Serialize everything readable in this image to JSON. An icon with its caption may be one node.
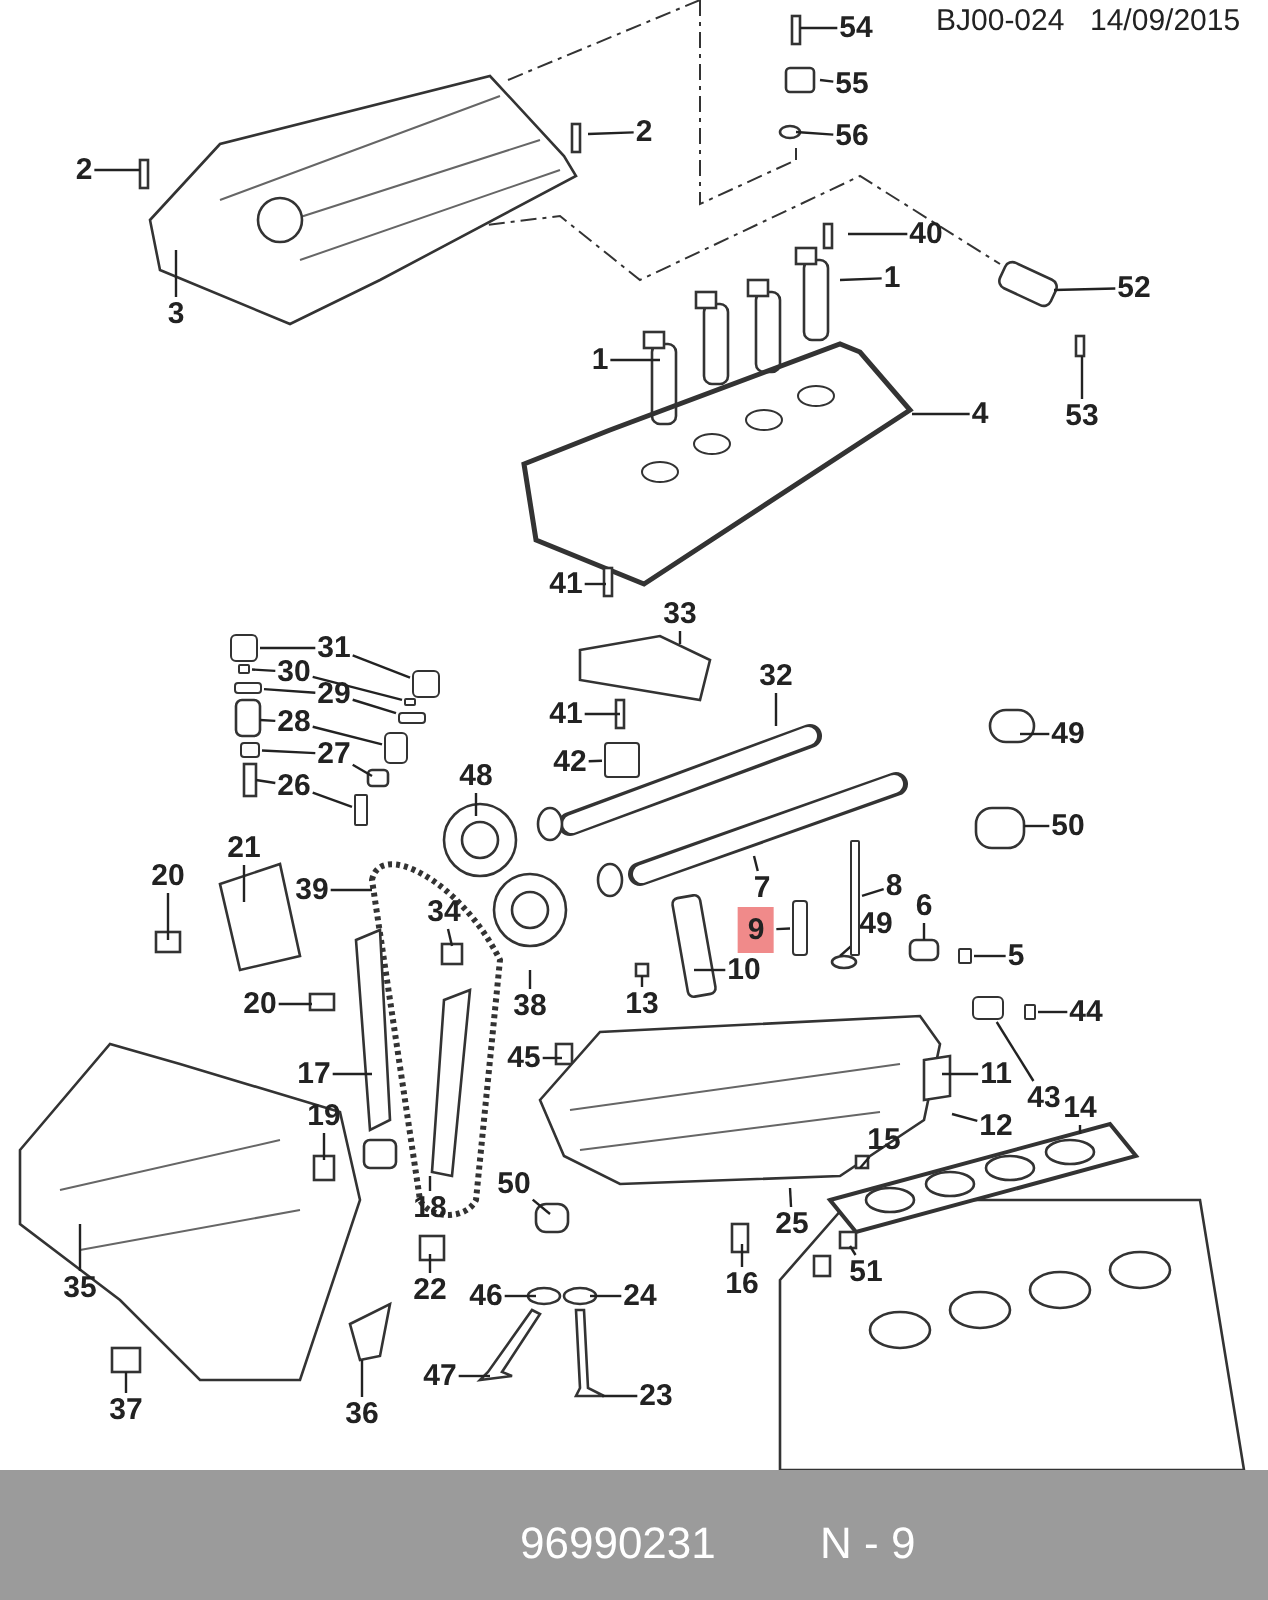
{
  "diagram": {
    "nodes": [
      {
        "text": [
          "54"
        ]
      },
      {
        "text": [
          "55"
        ]
      },
      {
        "text": [
          "2"
        ]
      },
      {
        "text": [
          "56"
        ]
      },
      {
        "text": [
          "2"
        ]
      },
      {
        "text": [
          "3"
        ]
      },
      {
        "text": [
          "40"
        ]
      },
      {
        "text": [
          "1"
        ]
      },
      {
        "text": [
          "52"
        ]
      },
      {
        "text": [
          "1"
        ]
      },
      {
        "text": [
          "4"
        ]
      },
      {
        "text": [
          "53"
        ]
      },
      {
        "text": [
          "41"
        ]
      },
      {
        "text": [
          "33"
        ]
      },
      {
        "text": [
          "31"
        ]
      },
      {
        "text": [
          "30"
        ]
      },
      {
        "text": [
          "29"
        ]
      },
      {
        "text": [
          "32"
        ]
      },
      {
        "text": [
          "28"
        ]
      },
      {
        "text": [
          "41"
        ]
      },
      {
        "text": [
          "49"
        ]
      },
      {
        "text": [
          "27"
        ]
      },
      {
        "text": [
          "42"
        ]
      },
      {
        "text": [
          "26"
        ]
      },
      {
        "text": [
          "48"
        ]
      },
      {
        "text": [
          "50"
        ]
      },
      {
        "text": [
          "20"
        ]
      },
      {
        "text": [
          "21"
        ]
      },
      {
        "text": [
          "39"
        ]
      },
      {
        "text": [
          "7"
        ]
      },
      {
        "text": [
          "8"
        ]
      },
      {
        "text": [
          "6"
        ]
      },
      {
        "text": [
          "9"
        ]
      },
      {
        "text": [
          "49"
        ]
      },
      {
        "text": [
          "34"
        ]
      },
      {
        "text": [
          "5"
        ]
      },
      {
        "text": [
          "10"
        ]
      },
      {
        "text": [
          "13"
        ]
      },
      {
        "text": [
          "20"
        ]
      },
      {
        "text": [
          "38"
        ]
      },
      {
        "text": [
          "44"
        ]
      },
      {
        "text": [
          "45"
        ]
      },
      {
        "text": [
          "11"
        ]
      },
      {
        "text": [
          "17"
        ]
      },
      {
        "text": [
          "43"
        ]
      },
      {
        "text": [
          "19"
        ]
      },
      {
        "text": [
          "14"
        ]
      },
      {
        "text": [
          "12"
        ]
      },
      {
        "text": [
          "15"
        ]
      },
      {
        "text": [
          "50"
        ]
      },
      {
        "text": [
          "18"
        ]
      },
      {
        "text": [
          "25"
        ]
      },
      {
        "text": [
          "35"
        ]
      },
      {
        "text": [
          "22"
        ]
      },
      {
        "text": [
          "16"
        ]
      },
      {
        "text": [
          "51"
        ]
      },
      {
        "text": [
          "46"
        ]
      },
      {
        "text": [
          "24"
        ]
      },
      {
        "text": [
          "37"
        ]
      },
      {
        "text": [
          "36"
        ]
      },
      {
        "text": [
          "47"
        ]
      },
      {
        "text": [
          "23"
        ]
      },
      {
        "text": [],
        "shape": "box"
      },
      {
        "text": [],
        "shape": "box"
      },
      {
        "text": [],
        "shape": "box"
      },
      {
        "text": [],
        "shape": "box"
      },
      {
        "text": [],
        "shape": "box"
      },
      {
        "text": [],
        "shape": "box"
      },
      {
        "text": [],
        "shape": "box"
      },
      {
        "text": [],
        "shape": "box"
      },
      {
        "text": [],
        "shape": "box"
      },
      {
        "text": [],
        "shape": "box"
      },
      {
        "text": [],
        "shape": "box"
      },
      {
        "text": [],
        "shape": "box"
      },
      {
        "text": [],
        "shape": "box"
      },
      {
        "text": [],
        "shape": "box"
      },
      {
        "text": [],
        "shape": "box"
      }
    ],
    "edges": [
      {
        "from": 0,
        "to": null,
        "arrow": "none"
      },
      {
        "from": 1,
        "to": null,
        "arrow": "none"
      },
      {
        "from": 2,
        "to": null,
        "arrow": "none"
      },
      {
        "from": 3,
        "to": null,
        "arrow": "none"
      },
      {
        "from": 4,
        "to": null,
        "arrow": "none"
      },
      {
        "from": 5,
        "to": null,
        "arrow": "none"
      },
      {
        "from": 6,
        "to": null,
        "arrow": "none"
      },
      {
        "from": 7,
        "to": null,
        "arrow": "none"
      },
      {
        "from": 8,
        "to": null,
        "arrow": "none"
      },
      {
        "from": 9,
        "to": null,
        "arrow": "none"
      },
      {
        "from": 10,
        "to": null,
        "arrow": "none"
      },
      {
        "from": 11,
        "to": null,
        "arrow": "none"
      },
      {
        "from": 12,
        "to": null,
        "arrow": "none"
      },
      {
        "from": 13,
        "to": null,
        "arrow": "none"
      },
      {
        "from": 14,
        "to": 62,
        "arrow": "none"
      },
      {
        "from": 14,
        "to": 72,
        "arrow": "none"
      },
      {
        "from": 15,
        "to": 73,
        "arrow": "none"
      },
      {
        "from": 15,
        "to": 74,
        "arrow": "none"
      },
      {
        "from": 16,
        "to": 63,
        "arrow": "none"
      },
      {
        "from": 16,
        "to": 64,
        "arrow": "none"
      },
      {
        "from": 17,
        "to": null,
        "arrow": "none"
      },
      {
        "from": 18,
        "to": null,
        "arrow": "none"
      },
      {
        "from": 18,
        "to": 65,
        "arrow": "none"
      },
      {
        "from": 19,
        "to": null,
        "arrow": "none"
      },
      {
        "from": 20,
        "to": null,
        "arrow": "none"
      },
      {
        "from": 21,
        "to": 66,
        "arrow": "none"
      },
      {
        "from": 21,
        "to": null,
        "arrow": "none"
      },
      {
        "from": 22,
        "to": 76,
        "arrow": "none"
      },
      {
        "from": 23,
        "to": null,
        "arrow": "none"
      },
      {
        "from": 23,
        "to": 67,
        "arrow": "none"
      },
      {
        "from": 24,
        "to": null,
        "arrow": "none"
      },
      {
        "from": 25,
        "to": null,
        "arrow": "none"
      },
      {
        "from": 26,
        "to": null,
        "arrow": "none"
      },
      {
        "from": 27,
        "to": null,
        "arrow": "none"
      },
      {
        "from": 28,
        "to": null,
        "arrow": "none"
      },
      {
        "from": 29,
        "to": null,
        "arrow": "none"
      },
      {
        "from": 30,
        "to": 68,
        "arrow": "none"
      },
      {
        "from": 31,
        "to": null,
        "arrow": "none"
      },
      {
        "from": 32,
        "to": 69,
        "arrow": "none"
      },
      {
        "from": 33,
        "to": null,
        "arrow": "none"
      },
      {
        "from": 34,
        "to": null,
        "arrow": "none"
      },
      {
        "from": 35,
        "to": 70,
        "arrow": "none"
      },
      {
        "from": 36,
        "to": null,
        "arrow": "none"
      },
      {
        "from": 37,
        "to": null,
        "arrow": "none"
      },
      {
        "from": 38,
        "to": null,
        "arrow": "none"
      },
      {
        "from": 39,
        "to": null,
        "arrow": "none"
      },
      {
        "from": 40,
        "to": 75,
        "arrow": "none"
      },
      {
        "from": 41,
        "to": null,
        "arrow": "none"
      },
      {
        "from": 42,
        "to": null,
        "arrow": "none"
      },
      {
        "from": 43,
        "to": null,
        "arrow": "none"
      },
      {
        "from": 44,
        "to": 71,
        "arrow": "none"
      },
      {
        "from": 45,
        "to": null,
        "arrow": "none"
      },
      {
        "from": 46,
        "to": null,
        "arrow": "none"
      },
      {
        "from": 47,
        "to": null,
        "arrow": "none"
      },
      {
        "from": 48,
        "to": null,
        "arrow": "none"
      },
      {
        "from": 49,
        "to": null,
        "arrow": "none"
      },
      {
        "from": 50,
        "to": null,
        "arrow": "none"
      },
      {
        "from": 51,
        "to": null,
        "arrow": "none"
      },
      {
        "from": 52,
        "to": null,
        "arrow": "none"
      },
      {
        "from": 53,
        "to": null,
        "arrow": "none"
      },
      {
        "from": 54,
        "to": null,
        "arrow": "none"
      },
      {
        "from": 55,
        "to": null,
        "arrow": "none"
      },
      {
        "from": 56,
        "to": null,
        "arrow": "none"
      },
      {
        "from": 57,
        "to": null,
        "arrow": "none"
      },
      {
        "from": 58,
        "to": null,
        "arrow": "none"
      },
      {
        "from": 59,
        "to": null,
        "arrow": "none"
      },
      {
        "from": 60,
        "to": null,
        "arrow": "none"
      },
      {
        "from": 61,
        "to": null,
        "arrow": "none"
      }
    ],
    "labels": [
      "BJ00-024",
      "14/09/2015",
      "96990231",
      "N - 9"
    ]
  }
}
